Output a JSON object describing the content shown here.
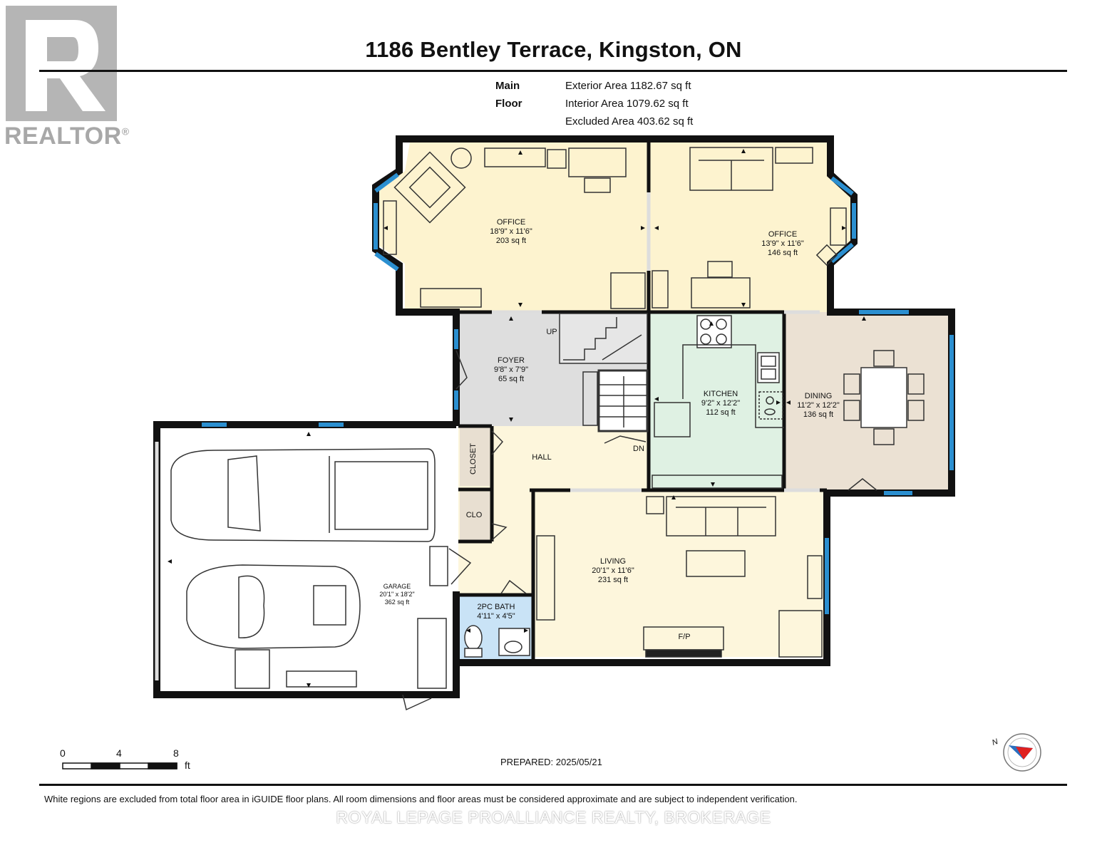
{
  "header": {
    "title": "1186 Bentley Terrace, Kingston, ON",
    "floor_label": "Main Floor",
    "exterior_area": "Exterior Area 1182.67 sq ft",
    "interior_area": "Interior Area 1079.62 sq ft",
    "excluded_area": "Excluded Area 403.62 sq ft"
  },
  "logo": {
    "text": "REALTOR",
    "mark": "®"
  },
  "rooms": {
    "office_left": {
      "name": "OFFICE",
      "dims": "18'9\" x 11'6\"",
      "area": "203 sq ft"
    },
    "office_right": {
      "name": "OFFICE",
      "dims": "13'9\" x 11'6\"",
      "area": "146 sq ft"
    },
    "foyer": {
      "name": "FOYER",
      "dims": "9'8\" x 7'9\"",
      "area": "65 sq ft"
    },
    "kitchen": {
      "name": "KITCHEN",
      "dims": "9'2\" x 12'2\"",
      "area": "112 sq ft"
    },
    "dining": {
      "name": "DINING",
      "dims": "11'2\" x 12'2\"",
      "area": "136 sq ft"
    },
    "hall": {
      "name": "HALL"
    },
    "closet": {
      "name": "CLOSET"
    },
    "clo": {
      "name": "CLO"
    },
    "living": {
      "name": "LIVING",
      "dims": "20'1\" x 11'6\"",
      "area": "231 sq ft"
    },
    "garage": {
      "name": "GARAGE",
      "dims": "20'1\" x 18'2\"",
      "area": "362 sq ft"
    },
    "bath": {
      "name": "2PC BATH",
      "dims": "4'11\" x 4'5\""
    }
  },
  "labels": {
    "up": "UP",
    "dn": "DN",
    "fireplace": "F/P"
  },
  "scale": {
    "ticks": [
      "0",
      "4",
      "8"
    ],
    "unit": "ft"
  },
  "compass": {
    "letter": "N",
    "icon": "compass-icon"
  },
  "footer": {
    "prepared": "PREPARED: 2025/05/21",
    "disclaimer": "White regions are excluded from total floor area in iGUIDE floor plans. All room dimensions and floor areas must be considered approximate and are subject to independent verification.",
    "brokerage": "ROYAL LEPAGE PROALLIANCE REALTY, BROKERAGE"
  },
  "colors": {
    "office": "#fdf3cf",
    "foyer": "#dedede",
    "kitchen": "#dff1e3",
    "dining": "#ebe1d3",
    "hall": "#fdf6dc",
    "closet": "#e8dfd1",
    "bath": "#c9e3f6",
    "wall": "#111111",
    "window": "#2b8fd0"
  }
}
